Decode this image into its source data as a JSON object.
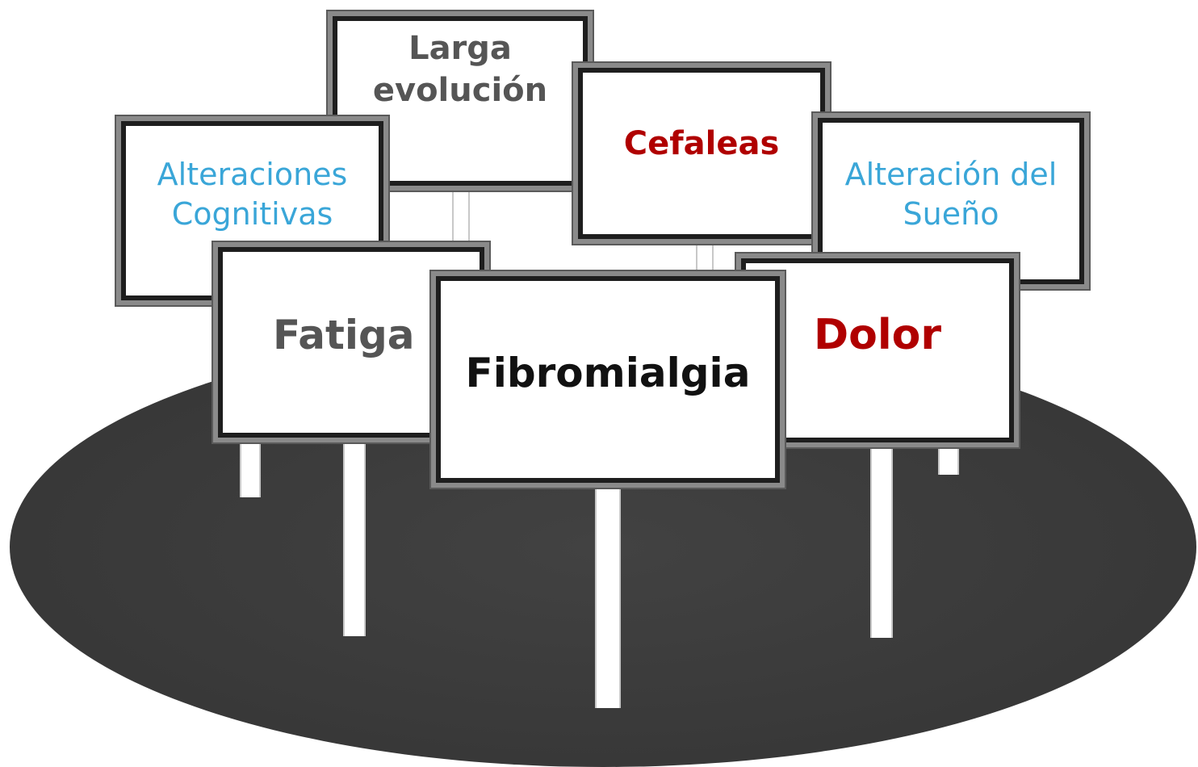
{
  "signs": {
    "larga": {
      "text": "Larga\nevolución",
      "color": "#555555"
    },
    "cefaleas": {
      "text": "Cefaleas",
      "color": "#b00000"
    },
    "alteraciones": {
      "text": "Alteraciones\nCognitivas",
      "color": "#3aa6d8"
    },
    "sueno": {
      "text": "Alteración del\nSueño",
      "color": "#3aa6d8"
    },
    "fatiga": {
      "text": "Fatiga",
      "color": "#555555"
    },
    "fibromialgia": {
      "text": "Fibromialgia",
      "color": "#111111"
    },
    "dolor": {
      "text": "Dolor",
      "color": "#b00000"
    }
  }
}
